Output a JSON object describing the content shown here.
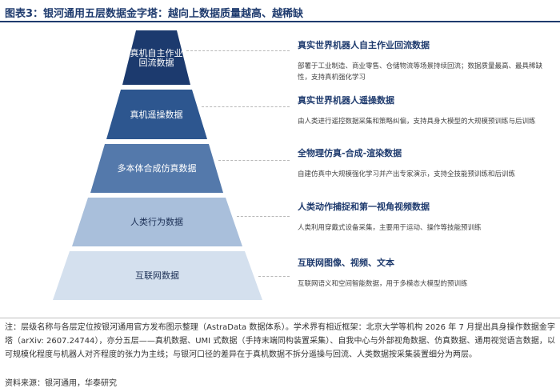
{
  "title": "图表3：银河通用五层数据金字塔：越向上数据质量越高、越稀缺",
  "colors": {
    "title": "#1f3b6e",
    "tiers": [
      "#1c3a6e",
      "#2d568f",
      "#5479ab",
      "#a9bfdb",
      "#d4e0ee"
    ],
    "tier_text": [
      "#ffffff",
      "#ffffff",
      "#ffffff",
      "#1b2f55",
      "#1b2f55"
    ]
  },
  "tiers": [
    {
      "label_lines": [
        "真机自主作业",
        "回流数据"
      ]
    },
    {
      "label_lines": [
        "真机遥操数据"
      ]
    },
    {
      "label_lines": [
        "多本体合成仿真数据"
      ]
    },
    {
      "label_lines": [
        "人类行为数据"
      ]
    },
    {
      "label_lines": [
        "互联网数据"
      ]
    }
  ],
  "items": [
    {
      "title": "真实世界机器人自主作业回流数据",
      "desc": "部署于工业制造、商业零售、仓储物流等场景持续回流；数据质量最高、最具稀缺性，支持真机强化学习"
    },
    {
      "title": "真实世界机器人遥操数据",
      "desc": "由人类进行遥控数据采集和策略纠偏，支持具身大模型的大规模预训练与后训练"
    },
    {
      "title": "全物理仿真-合成-渲染数据",
      "desc": "自建仿真中大规模强化学习并产出专家演示，支持全技能预训练和后训练"
    },
    {
      "title": "人类动作捕捉和第一视角视频数据",
      "desc": "人类利用穿戴式设备采集，主要用于运动、操作等技能预训练"
    },
    {
      "title": "互联网图像、视频、文本",
      "desc": "互联网语义和空间智能数据，用于多模态大模型的预训练"
    }
  ],
  "note": "注：层级名称与各层定位按银河通用官方发布图示整理（AstraData 数据体系）。学术界有相近框架：北京大学等机构 2026 年 7 月提出具身操作数据金字塔（arXiv: 2607.24744），亦分五层——真机数据、UMI 式数据（手持末端同构装置采集）、自我中心与外部视角数据、仿真数据、通用视觉语言数据，以可规模化程度与机器人对齐程度的张力为主线；与银河口径的差异在于真机数据不拆分遥操与回流、人类数据按采集装置细分为两层。",
  "source": "资料来源：银河通用，华泰研究"
}
